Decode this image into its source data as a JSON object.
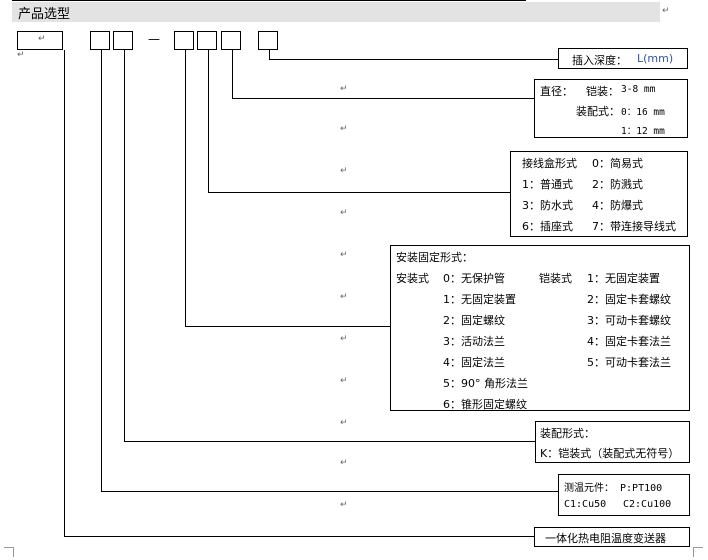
{
  "header": {
    "title": "产品选型"
  },
  "code_boxes": {
    "dash": "—"
  },
  "return_mark": "↵",
  "insertion_depth": {
    "label": "插入深度：",
    "value": "L(mm)"
  },
  "diameter": {
    "label": "直径：",
    "armored_label": "铠装：",
    "armored_value": "3-8 mm",
    "assembly_label": "装配式：",
    "assembly_0": "0：16 mm",
    "assembly_1": "1：12 mm"
  },
  "junction_box": {
    "label": "接线盒形式",
    "rows": [
      [
        "0：简易式"
      ],
      [
        "1：普通式",
        "2：防溅式"
      ],
      [
        "3：防水式",
        "4：防爆式"
      ],
      [
        "6：插座式",
        "7：带连接导线式"
      ]
    ]
  },
  "mounting": {
    "title": "安装固定形式：",
    "assembly_label": "安装式",
    "armored_label": "铠装式",
    "assembly_options": [
      "0：无保护管",
      "1：无固定装置",
      "2：固定螺纹",
      "3：活动法兰",
      "4：固定法兰",
      "5：90° 角形法兰",
      "6：锥形固定螺纹"
    ],
    "armored_options": [
      "1：无固定装置",
      "2：固定卡套螺纹",
      "3：可动卡套螺纹",
      "4：固定卡套法兰",
      "5：可动卡套法兰"
    ]
  },
  "assembly_form": {
    "title": "装配形式：",
    "k_option": "K：铠装式（装配式无符号）"
  },
  "element": {
    "title": "测温元件： P:PT100",
    "c1": "C1:Cu50",
    "c2": "C2:Cu100"
  },
  "product": {
    "name": "一体化热电阻温度变送器"
  }
}
